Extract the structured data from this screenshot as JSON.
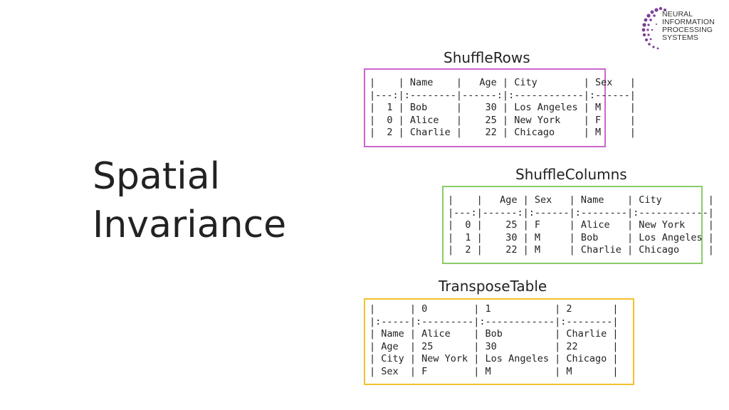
{
  "slide": {
    "title_line1": "Spatial",
    "title_line2": "Invariance"
  },
  "logo": {
    "lines": [
      "NEURAL",
      "INFORMATION",
      "PROCESSING",
      "SYSTEMS"
    ],
    "accent": "#7b3d96"
  },
  "panels": [
    {
      "label": "ShuffleRows",
      "border_color": "#cc66cc",
      "table_text": "|    | Name    |   Age | City        | Sex   |\n|---:|:--------|------:|:------------|:------|\n|  1 | Bob     |    30 | Los Angeles | M     |\n|  0 | Alice   |    25 | New York    | F     |\n|  2 | Charlie |    22 | Chicago     | M     |"
    },
    {
      "label": "ShuffleColumns",
      "border_color": "#88cc66",
      "table_text": "|    |   Age | Sex   | Name    | City        |\n|---:|------:|:------|:--------|:------------|\n|  0 |    25 | F     | Alice   | New York    |\n|  1 |    30 | M     | Bob     | Los Angeles |\n|  2 |    22 | M     | Charlie | Chicago     |"
    },
    {
      "label": "TransposeTable",
      "border_color": "#f2c12e",
      "table_text": "|      | 0        | 1           | 2       |\n|:-----|:---------|:------------|:--------|\n| Name | Alice    | Bob         | Charlie |\n| Age  | 25       | 30          | 22      |\n| City | New York | Los Angeles | Chicago |\n| Sex  | F        | M           | M       |"
    }
  ]
}
